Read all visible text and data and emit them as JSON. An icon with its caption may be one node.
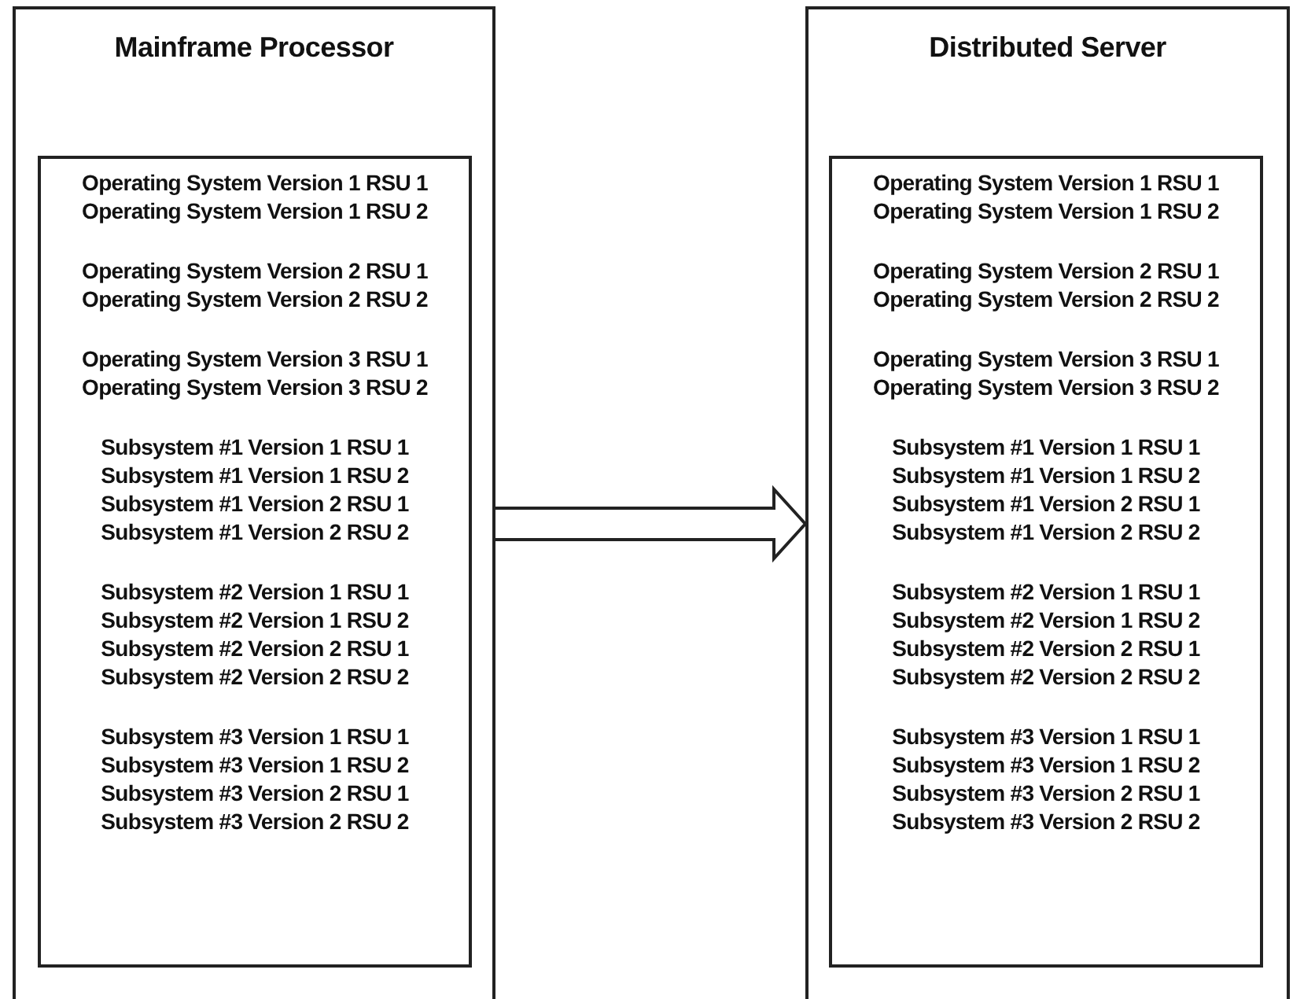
{
  "diagram": {
    "nodes": [
      {
        "text": [
          "Mainframe Processor"
        ]
      },
      {
        "text": [
          "Operating System Version 1 RSU 1",
          "Operating System Version 1 RSU 2",
          "Operating System Version 2 RSU 1",
          "Operating System Version 2 RSU 2",
          "Operating System Version 3 RSU 1",
          "Operating System Version 3 RSU 2",
          "Subsystem #1 Version 1 RSU 1",
          "Subsystem #1 Version 1 RSU 2",
          "Subsystem #1 Version 2 RSU 1",
          "Subsystem #1 Version 2 RSU 2",
          "Subsystem #2 Version 1 RSU 1",
          "Subsystem #2 Version 1 RSU 2",
          "Subsystem #2 Version 2 RSU 1",
          "Subsystem #2 Version 2 RSU 2",
          "Subsystem #3 Version 1 RSU 1",
          "Subsystem #3 Version 1 RSU 2",
          "Subsystem #3 Version 2 RSU 1",
          "Subsystem #3 Version 2 RSU 2"
        ],
        "in": 0
      },
      {
        "text": [
          "Distributed Server"
        ]
      },
      {
        "text": [
          "Operating System Version 1 RSU 1",
          "Operating System Version 1 RSU 2",
          "Operating System Version 2 RSU 1",
          "Operating System Version 2 RSU 2",
          "Operating System Version 3 RSU 1",
          "Operating System Version 3 RSU 2",
          "Subsystem #1 Version 1 RSU 1",
          "Subsystem #1 Version 1 RSU 2",
          "Subsystem #1 Version 2 RSU 1",
          "Subsystem #1 Version 2 RSU 2",
          "Subsystem #2 Version 1 RSU 1",
          "Subsystem #2 Version 1 RSU 2",
          "Subsystem #2 Version 2 RSU 1",
          "Subsystem #2 Version 2 RSU 2",
          "Subsystem #3 Version 1 RSU 1",
          "Subsystem #3 Version 1 RSU 2",
          "Subsystem #3 Version 2 RSU 1",
          "Subsystem #3 Version 2 RSU 2"
        ],
        "in": 2
      }
    ],
    "edges": [
      {
        "from": 0,
        "to": 2,
        "arrow": "to"
      }
    ]
  }
}
